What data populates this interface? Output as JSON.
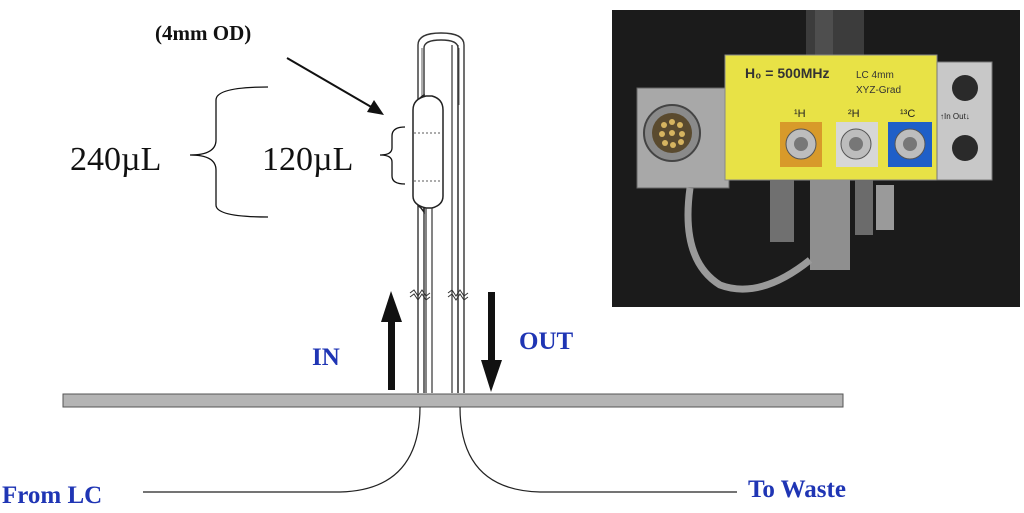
{
  "labels": {
    "od": "(4mm OD)",
    "vol_total": "240µL",
    "vol_active": "120µL",
    "in": "IN",
    "out": "OUT",
    "from": "From LC",
    "to": "To Waste"
  },
  "probe_photo": {
    "field": "H₀ = 500MHz",
    "model": "LC 4mm",
    "grad": "XYZ-Grad",
    "conn_1h": "¹H",
    "conn_2h": "²H",
    "conn_13c": "¹³C",
    "flow": "↑In  Out↓"
  },
  "colors": {
    "label_blue": "#1f35b4",
    "probe_yellow": "#e8e246",
    "connector_blue": "#1f5fc8",
    "connector_orange": "#d89a2a",
    "baseplate_gray": "#b4b4b4"
  }
}
